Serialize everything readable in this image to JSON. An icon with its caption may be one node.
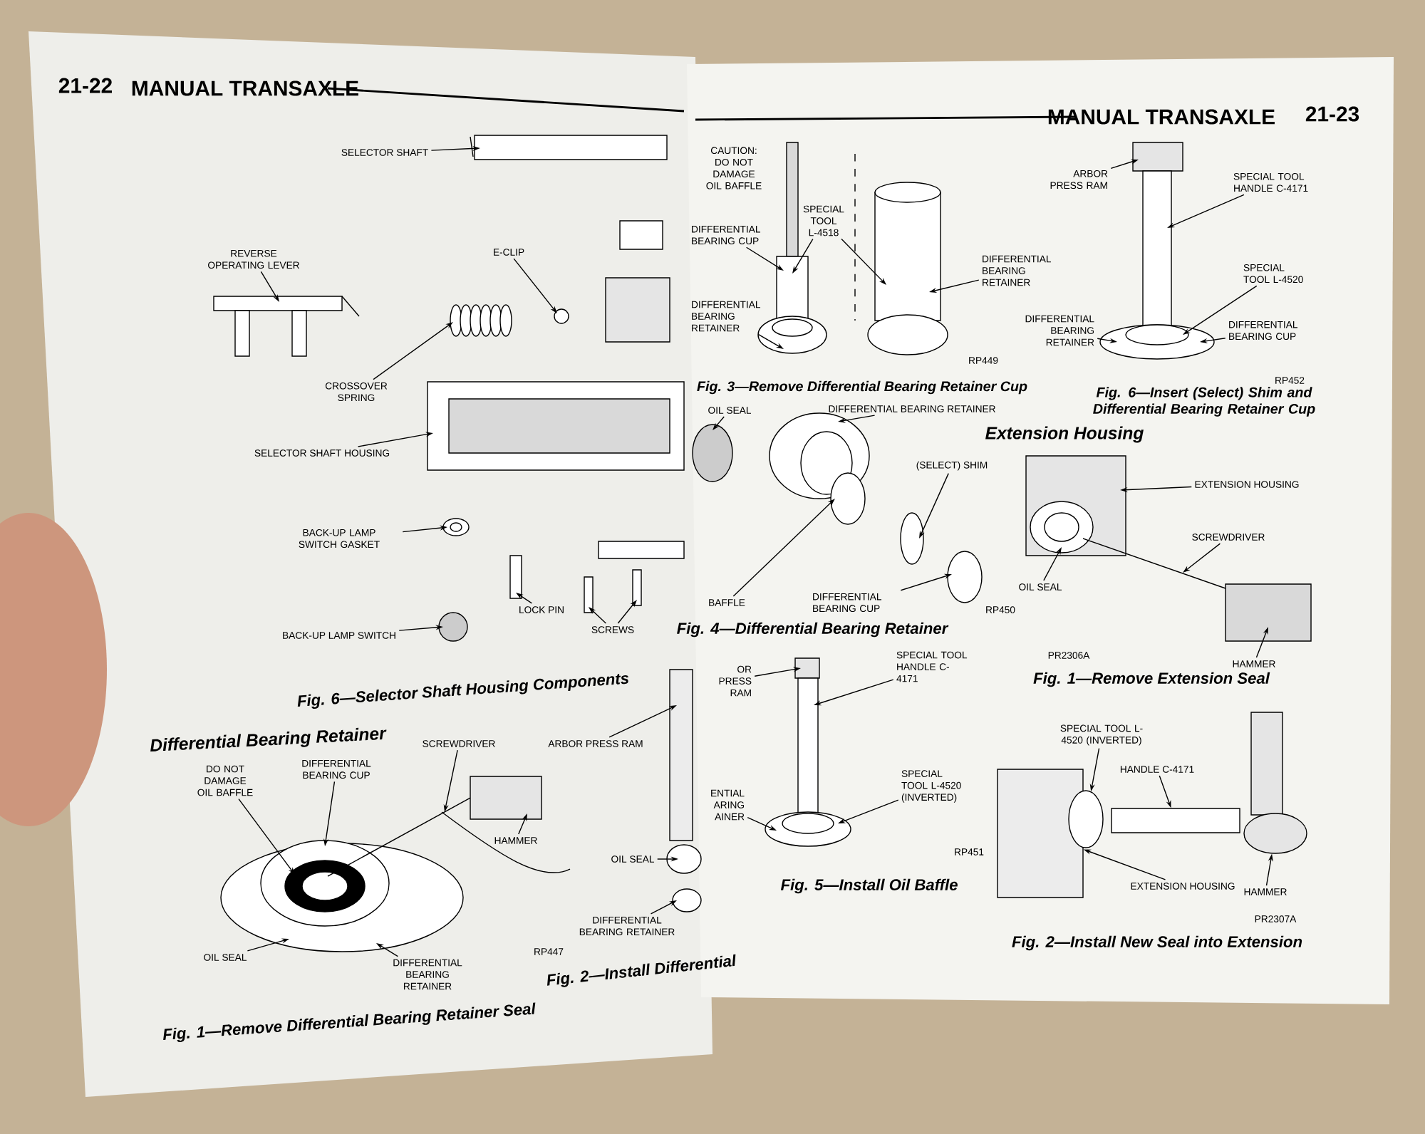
{
  "diagram": {
    "nodes": [
      {
        "text": [
          "SELECTOR SHAFT"
        ]
      },
      {
        "text": [
          "REVERSE OPERATING LEVER"
        ]
      },
      {
        "text": [
          "E-CLIP"
        ]
      },
      {
        "text": [
          "CROSSOVER SPRING"
        ]
      },
      {
        "text": [
          "SELECTOR SHAFT HOUSING"
        ]
      },
      {
        "text": [
          "BACK-UP LAMP SWITCH GASKET"
        ]
      },
      {
        "text": [
          "LOCK PIN"
        ]
      },
      {
        "text": [
          "SCREWS"
        ]
      },
      {
        "text": [
          "BACK-UP LAMP SWITCH"
        ]
      },
      {
        "text": [
          "DO NOT DAMAGE OIL BAFFLE"
        ]
      },
      {
        "text": [
          "DIFFERENTIAL BEARING CUP"
        ]
      },
      {
        "text": [
          "SCREWDRIVER"
        ]
      },
      {
        "text": [
          "HAMMER"
        ]
      },
      {
        "text": [
          "OIL SEAL"
        ]
      },
      {
        "text": [
          "DIFFERENTIAL BEARING RETAINER"
        ]
      },
      {
        "text": [
          "ARBOR PRESS RAM"
        ]
      },
      {
        "text": [
          "OIL SEAL"
        ]
      },
      {
        "text": [
          "DIFFERENTIAL BEARING RETAINER"
        ]
      },
      {
        "text": [
          "SPECIAL TOOL L-4518"
        ]
      },
      {
        "text": [
          "DIFFERENTIAL BEARING CUP"
        ]
      },
      {
        "text": [
          "DIFFERENTIAL BEARING RETAINER"
        ]
      },
      {
        "text": [
          "DIFFERENTIAL BEARING RETAINER"
        ]
      },
      {
        "text": [
          "OIL SEAL"
        ]
      },
      {
        "text": [
          "DIFFERENTIAL BEARING RETAINER"
        ]
      },
      {
        "text": [
          "(SELECT) SHIM"
        ]
      },
      {
        "text": [
          "BAFFLE"
        ]
      },
      {
        "text": [
          "DIFFERENTIAL BEARING CUP"
        ]
      },
      {
        "text": [
          "ARBOR PRESS RAM"
        ]
      },
      {
        "text": [
          "SPECIAL TOOL HANDLE C-4171"
        ]
      },
      {
        "text": [
          "SPECIAL TOOL L-4520"
        ]
      },
      {
        "text": [
          "DIFFERENTIAL BEARING RETAINER"
        ]
      },
      {
        "text": [
          "DIFFERENTIAL BEARING CUP"
        ]
      },
      {
        "text": [
          "EXTENSION HOUSING"
        ]
      },
      {
        "text": [
          "SCREWDRIVER"
        ]
      },
      {
        "text": [
          "OIL SEAL"
        ]
      },
      {
        "text": [
          "HAMMER"
        ]
      },
      {
        "text": [
          "OR PRESS RAM"
        ]
      },
      {
        "text": [
          "SPECIAL TOOL HANDLE C-4171"
        ]
      },
      {
        "text": [
          "ENTIAL ARING AINER"
        ]
      },
      {
        "text": [
          "SPECIAL TOOL L-4520 (INVERTED)"
        ]
      },
      {
        "text": [
          "SPECIAL TOOL L-4520 (INVERTED)"
        ]
      },
      {
        "text": [
          "HANDLE C-4171"
        ]
      },
      {
        "text": [
          "EXTENSION HOUSING"
        ]
      },
      {
        "text": [
          "HAMMER"
        ]
      },
      {
        "text": [],
        "shape": "box"
      },
      {
        "text": [],
        "shape": "circle"
      },
      {
        "text": [],
        "shape": "bar"
      },
      {
        "text": [],
        "shape": "picture"
      }
    ],
    "edges": [
      {
        "from": 0,
        "to": null,
        "arrow": "to"
      },
      {
        "from": 1,
        "to": null,
        "arrow": "to"
      },
      {
        "from": 2,
        "to": null,
        "arrow": "to"
      },
      {
        "from": 3,
        "to": null,
        "arrow": "to"
      },
      {
        "from": 4,
        "to": null,
        "arrow": "to"
      },
      {
        "from": 5,
        "to": null,
        "arrow": "to"
      },
      {
        "from": 6,
        "to": null,
        "arrow": "to"
      },
      {
        "from": 7,
        "to": null,
        "arrow": "to"
      },
      {
        "from": 7,
        "to": null,
        "arrow": "to"
      },
      {
        "from": 8,
        "to": null,
        "arrow": "to"
      },
      {
        "from": 9,
        "to": null,
        "arrow": "to"
      },
      {
        "from": 10,
        "to": null,
        "arrow": "to"
      },
      {
        "from": 11,
        "to": null,
        "arrow": "to"
      },
      {
        "from": 12,
        "to": null,
        "arrow": "to"
      },
      {
        "from": 13,
        "to": null,
        "arrow": "to"
      },
      {
        "from": 14,
        "to": null,
        "arrow": "to"
      },
      {
        "from": 15,
        "to": null,
        "arrow": "to"
      },
      {
        "from": 16,
        "to": null,
        "arrow": "to"
      },
      {
        "from": 17,
        "to": null,
        "arrow": "to"
      },
      {
        "from": 18,
        "to": null,
        "arrow": "to"
      },
      {
        "from": 18,
        "to": null,
        "arrow": "to"
      },
      {
        "from": 19,
        "to": null,
        "arrow": "to"
      },
      {
        "from": 20,
        "to": null,
        "arrow": "to"
      },
      {
        "from": 21,
        "to": null,
        "arrow": "to"
      },
      {
        "from": 22,
        "to": null,
        "arrow": "to"
      },
      {
        "from": 23,
        "to": null,
        "arrow": "to"
      },
      {
        "from": 24,
        "to": null,
        "arrow": "to"
      },
      {
        "from": 25,
        "to": null,
        "arrow": "to"
      },
      {
        "from": 26,
        "to": null,
        "arrow": "to"
      },
      {
        "from": 27,
        "to": null,
        "arrow": "to"
      },
      {
        "from": 28,
        "to": null,
        "arrow": "to"
      },
      {
        "from": 29,
        "to": null,
        "arrow": "to"
      },
      {
        "from": 30,
        "to": null,
        "arrow": "to"
      },
      {
        "from": 31,
        "to": null,
        "arrow": "to"
      },
      {
        "from": 32,
        "to": null,
        "arrow": "to"
      },
      {
        "from": 33,
        "to": null,
        "arrow": "to"
      },
      {
        "from": 34,
        "to": null,
        "arrow": "to"
      },
      {
        "from": 35,
        "to": null,
        "arrow": "to"
      },
      {
        "from": 36,
        "to": null,
        "arrow": "to"
      },
      {
        "from": 37,
        "to": null,
        "arrow": "to"
      },
      {
        "from": 38,
        "to": null,
        "arrow": "to"
      },
      {
        "from": 39,
        "to": null,
        "arrow": "to"
      },
      {
        "from": 40,
        "to": 45,
        "arrow": "to"
      },
      {
        "from": 41,
        "to": 46,
        "arrow": "to"
      },
      {
        "from": 42,
        "to": 44,
        "arrow": "to"
      },
      {
        "from": 43,
        "to": 47,
        "arrow": "to"
      }
    ],
    "labels": [
      "21-22",
      "MANUAL TRANSAXLE",
      "Fig. 6—Selector Shaft Housing Components",
      "Differential Bearing Retainer",
      "RP447",
      "Fig. 1—Remove Differential Bearing Retainer Seal",
      "Fig. 2—Install Differential",
      "MANUAL TRANSAXLE",
      "21-23",
      "CAUTION: DO NOT DAMAGE OIL BAFFLE",
      "RP449",
      "Fig. 3—Remove Differential Bearing Retainer Cup",
      "RP450",
      "Fig. 4—Differential Bearing Retainer",
      "RP452",
      "Fig. 6—Insert (Select) Shim and Differential Bearing Retainer Cup",
      "Extension Housing",
      "PR2306A",
      "Fig. 1—Remove Extension Seal",
      "RP451",
      "Fig. 5—Install Oil Baffle",
      "PR2307A",
      "Fig. 2—Install New Seal into Extension"
    ]
  }
}
